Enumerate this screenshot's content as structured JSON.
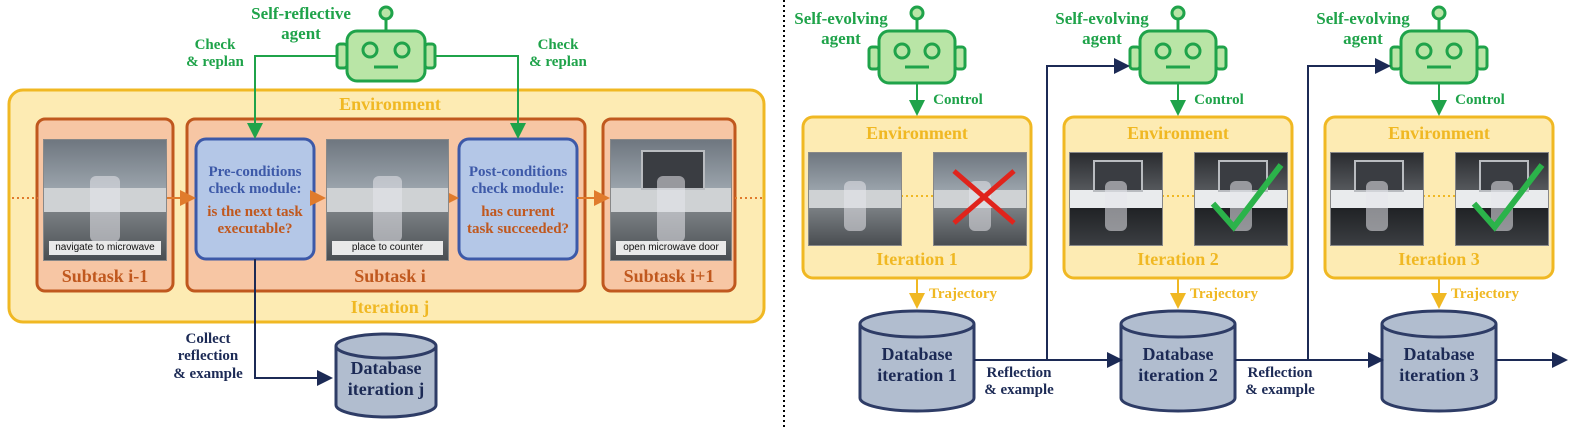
{
  "left": {
    "agent_title": "Self-reflective\nagent",
    "check_replan_left": "Check\n& replan",
    "check_replan_right": "Check\n& replan",
    "environment": "Environment",
    "subtask_prev": "Subtask i-1",
    "subtask_cur": "Subtask i",
    "subtask_next": "Subtask i+1",
    "iteration": "Iteration j",
    "pre_module": "Pre-conditions\ncheck module:",
    "pre_question": "is the next task\nexecutable?",
    "post_module": "Post-conditions\ncheck module:",
    "post_question": "has current\ntask succeeded?",
    "captions": [
      "navigate to microwave",
      "place to counter",
      "open microwave door"
    ],
    "collect": "Collect\nreflection\n& example",
    "database": "Database\niteration j"
  },
  "right": {
    "agent_title": "Self-evolving\nagent",
    "control": "Control",
    "environment": "Environment",
    "trajectory": "Trajectory",
    "reflection": "Reflection\n& example",
    "iterations": [
      {
        "iteration": "Iteration 1",
        "database": "Database\niteration 1",
        "result": "fail"
      },
      {
        "iteration": "Iteration 2",
        "database": "Database\niteration 2",
        "result": "success"
      },
      {
        "iteration": "Iteration 3",
        "database": "Database\niteration 3",
        "result": "success"
      }
    ]
  },
  "colors": {
    "agent_green": "#1fa34a",
    "agent_fill": "#b9e5a6",
    "env_fill": "#fdebb3",
    "env_border": "#f0b823",
    "subtask_fill": "#f7c6a4",
    "subtask_border": "#c0581e",
    "module_fill": "#b4c7e7",
    "module_border": "#3d59a8",
    "db_fill": "#b1bdcf",
    "db_border": "#2e3c66",
    "fail_red": "#e0241c",
    "success_green": "#2bb34a"
  }
}
